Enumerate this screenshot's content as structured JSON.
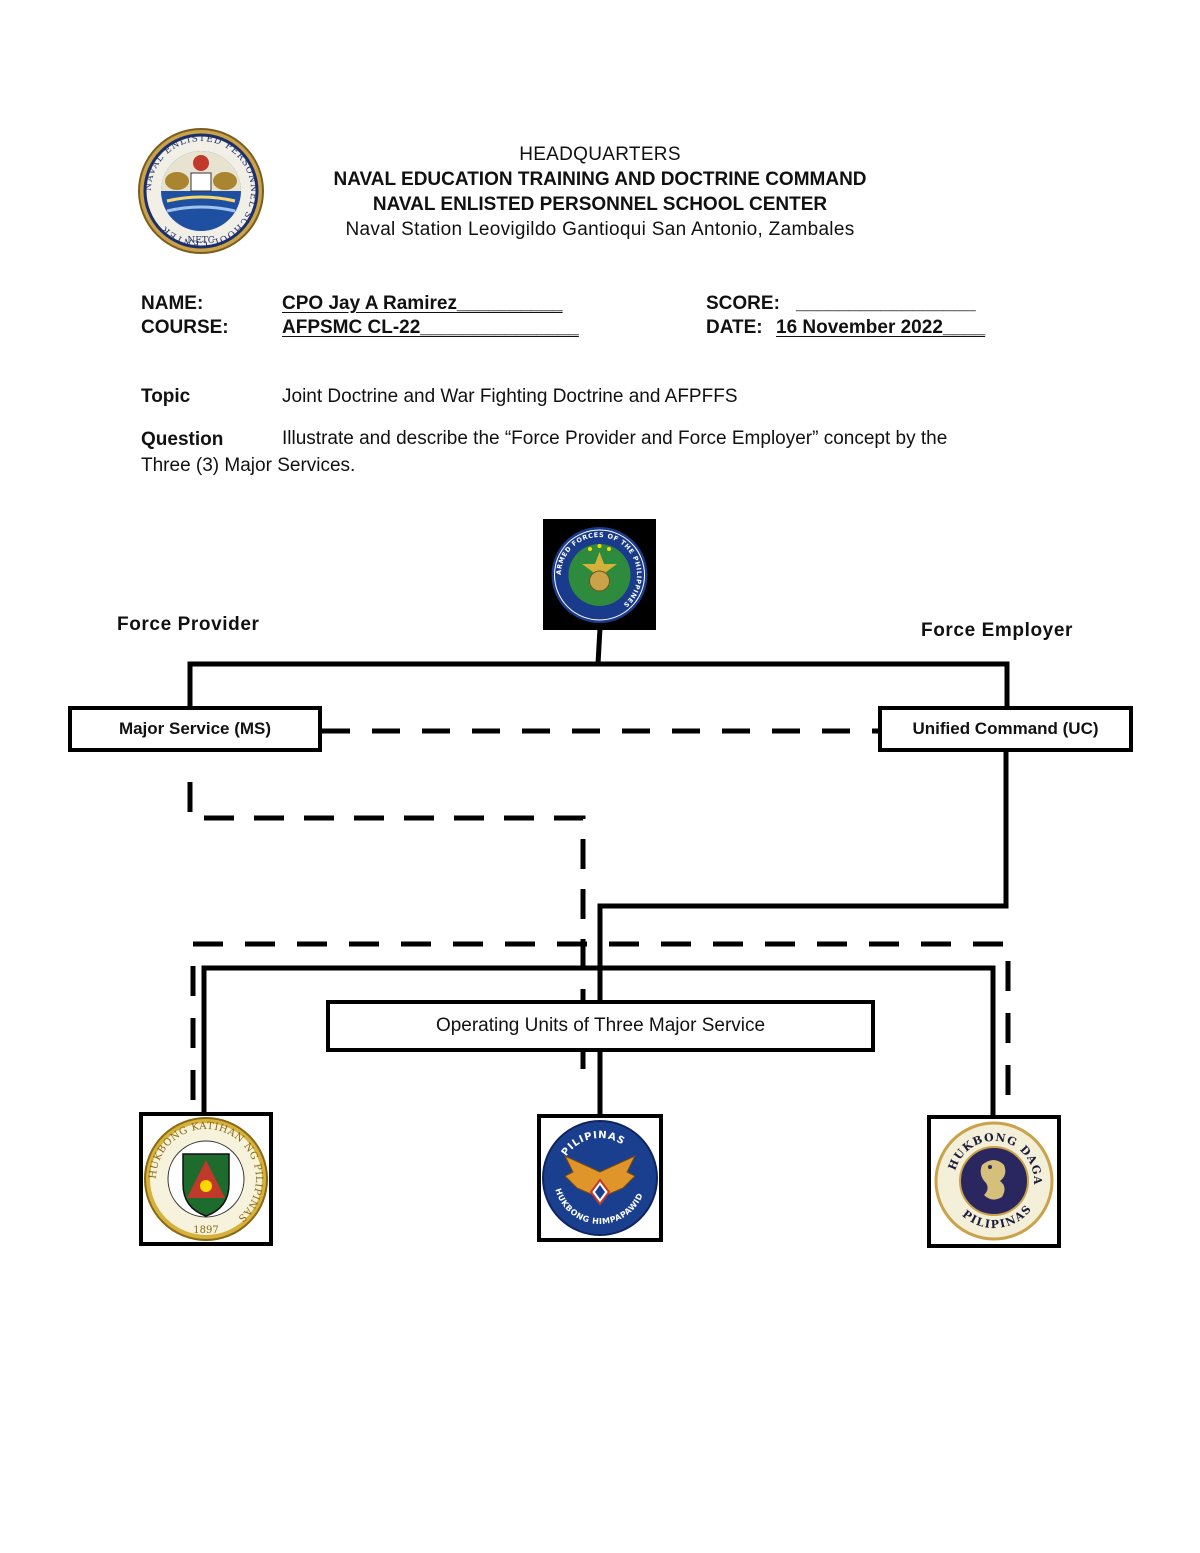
{
  "header": {
    "line1": "HEADQUARTERS",
    "line2": "NAVAL EDUCATION TRAINING AND DOCTRINE COMMAND",
    "line3": "NAVAL ENLISTED PERSONNEL SCHOOL CENTER",
    "line4": "Naval Station Leovigildo Gantioqui San Antonio, Zambales"
  },
  "logo": {
    "ring_text": "NAVAL ENLISTED PERSONNEL SCHOOL CENTER",
    "bottom_text": "NETC"
  },
  "form": {
    "name_label": "NAME:",
    "name_value": "CPO Jay A Ramirez__________",
    "course_label": "COURSE:",
    "course_value": "AFPSMC CL-22_______________",
    "score_label": "SCORE:",
    "score_value": "_________________",
    "date_label": "DATE:",
    "date_value": "16 November 2022____"
  },
  "topic": {
    "label": "Topic",
    "value": "Joint Doctrine and War Fighting Doctrine and AFPFFS"
  },
  "question": {
    "label": "Question",
    "text_line1": "Illustrate and describe the “Force Provider and Force Employer” concept by the",
    "text_line2": "Three (3) Major Services."
  },
  "diagram": {
    "force_provider": "Force Provider",
    "force_employer": "Force Employer",
    "major_service": "Major Service (MS)",
    "unified_command": "Unified Command (UC)",
    "operating_units": "Operating Units of Three Major Service",
    "afp_seal_text": "ARMED FORCES OF THE PHILIPPINES",
    "army_seal_text": "HUKBONG KATIHAN NG PILIPINAS",
    "army_year": "1897",
    "airforce_top": "PILIPINAS",
    "airforce_bottom": "HUKBONG HIMPAPAWID",
    "navy_top": "HUKBONG DAGAT",
    "navy_bottom": "PILIPINAS"
  }
}
